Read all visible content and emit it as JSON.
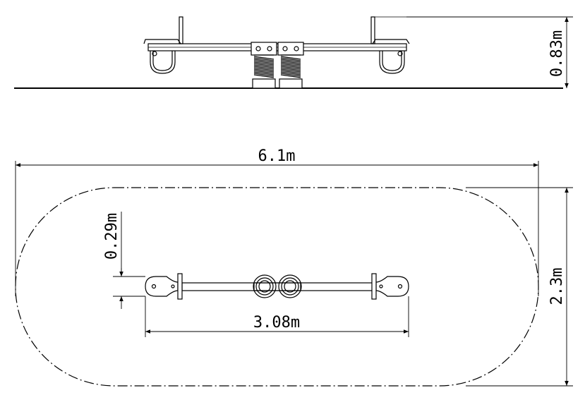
{
  "dimensions": {
    "height": "0.83m",
    "length": "6.1m",
    "width": "2.3m",
    "seat_depth": "0.29m",
    "seat_span": "3.08m"
  },
  "colors": {
    "line": "#000000",
    "background": "#ffffff"
  }
}
